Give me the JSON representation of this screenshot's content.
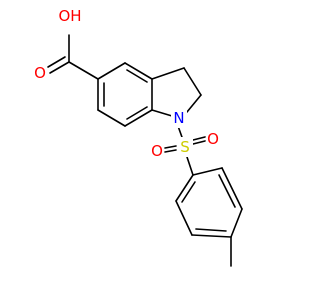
{
  "colors": {
    "carbon": "#000000",
    "oxygen": "#ff0000",
    "nitrogen": "#0000ff",
    "sulfur": "#cccc00",
    "background": "#ffffff"
  },
  "atoms": {
    "hydroxyl": "OH",
    "carbonyl_oxygen": "O",
    "nitrogen": "N",
    "sulfur": "S",
    "sulfonyl_oxygen_left": "O",
    "sulfonyl_oxygen_right": "O"
  }
}
